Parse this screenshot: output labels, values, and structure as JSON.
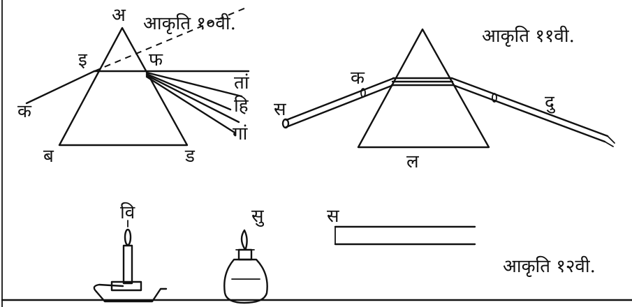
{
  "figures": {
    "fig10": {
      "caption": "आकृति १०वी.",
      "labels": {
        "apex": "अ",
        "left_base": "ब",
        "right_base": "ड",
        "entry_point": "इ",
        "exit_point": "फ",
        "incident_source": "क",
        "ray_upper": "तां",
        "ray_middle": "हि",
        "ray_lower": "गां"
      }
    },
    "fig11": {
      "caption": "आकृति ११वी.",
      "labels": {
        "tube_in_end": "स",
        "tube_in_mark": "क",
        "base": "ल",
        "tube_out_mark": "दु"
      }
    },
    "fig12": {
      "caption": "आकृति १२वी.",
      "labels": {
        "candle": "वि",
        "lamp": "सु",
        "slit": "स"
      }
    }
  }
}
